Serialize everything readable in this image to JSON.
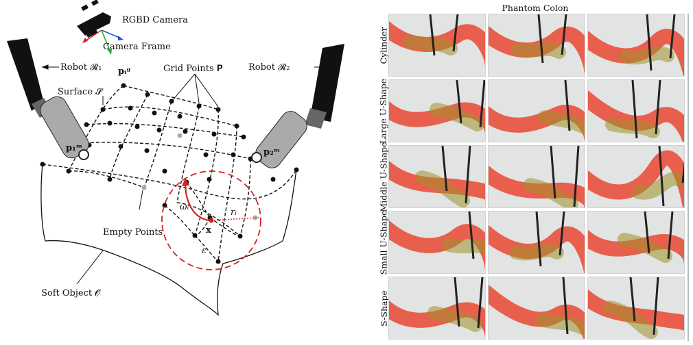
{
  "diagram": {
    "camera_label": "RGBD Camera",
    "camera_frame_label": "Camera Frame",
    "robot1_label": "Robot 𝓡₁",
    "robot2_label": "Robot 𝓡₂",
    "surface_label": "Surface 𝓢",
    "grid_points_label": "Grid Points 𝐏",
    "pig_label": "𝐩ᵢᵍ",
    "p1m_label": "𝐩₁ᵐ",
    "p2m_label": "𝐩₂ᵐ",
    "empty_points_label": "Empty Points",
    "soft_object_label": "Soft Object 𝓞",
    "omega_label": "ωᵢ",
    "x_label": "𝐱",
    "r_label": "rᵢ",
    "eps_label": "ε"
  },
  "photo_grid": {
    "title": "Phantom Colon",
    "rows": [
      {
        "label": "Cylinder"
      },
      {
        "label": "Large U-Shape"
      },
      {
        "label": "Middle U-Shape"
      },
      {
        "label": "Small U-Shape"
      },
      {
        "label": "S-Shape"
      }
    ]
  }
}
